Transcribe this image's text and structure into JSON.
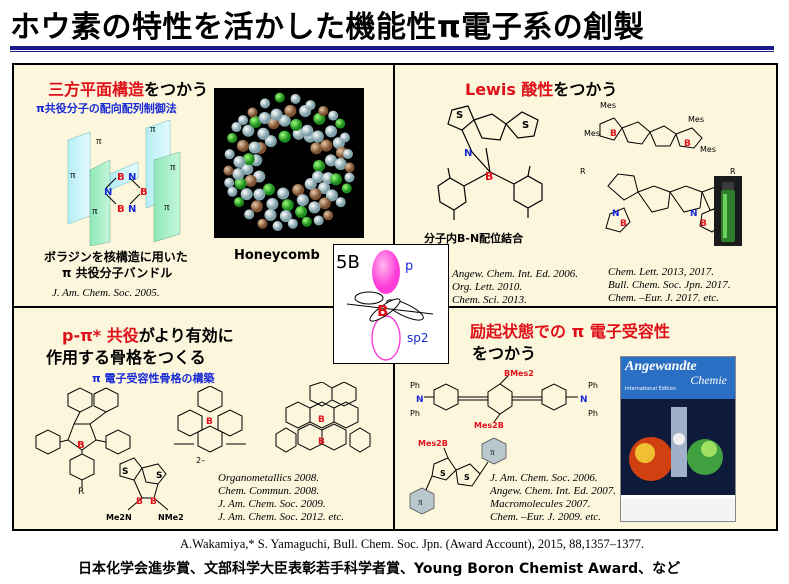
{
  "title": "ホウ素の特性を活かした機能性π電子系の創製",
  "q1": {
    "heading_red": "三方平面構造",
    "heading_rest": "をつかう",
    "subheading": "π共役分子の配向配列制御法",
    "caption_line1": "ボラジンを核構造に用いた",
    "caption_line2": "π 共役分子バンドル",
    "image_label": "Honeycomb",
    "ref": "J. Am. Chem. Soc. 2005.",
    "pi_labels": [
      "π",
      "π",
      "π",
      "π",
      "π",
      "π"
    ]
  },
  "q2": {
    "heading_red": "Lewis 酸性",
    "heading_rest": "をつかう",
    "caption": "分子内B-N配位結合",
    "refs_left": [
      "Angew. Chem. Int. Ed. 2006.",
      "Org. Lett. 2010.",
      "Chem. Sci. 2013."
    ],
    "refs_right": [
      "Chem. Lett. 2013, 2017.",
      "Bull. Chem. Soc. Jpn. 2017.",
      "Chem. –Eur. J. 2017. etc."
    ],
    "mes_labels": [
      "Mes",
      "Mes",
      "Mes",
      "Mes"
    ]
  },
  "q3": {
    "heading_line1_red": "p-π* 共役",
    "heading_line1_rest": "がより有効に",
    "heading_line2": "作用する骨格をつくる",
    "subheading": "π 電子受容性骨格の構築",
    "refs": [
      "Organometallics 2008.",
      "Chem. Commun. 2008.",
      "J. Am. Chem. Soc. 2009.",
      "J. Am. Chem. Soc. 2012. etc."
    ],
    "labels": [
      "R",
      "Me2N",
      "NMe2",
      "2–"
    ]
  },
  "q4": {
    "heading_red": "励起状態での",
    "heading_pi": " π ",
    "heading_red2": "電子受容性",
    "heading_line2": "をつかう",
    "refs": [
      "J. Am. Chem. Soc. 2006.",
      "Angew. Chem. Int. Ed. 2007.",
      "Macromolecules 2007.",
      "Chem. –Eur. J. 2009. etc."
    ],
    "labels": [
      "BMes2",
      "Mes2B",
      "Mes2B",
      "Ph",
      "Ph",
      "Ph",
      "Ph",
      "π",
      "π"
    ],
    "cover_title": "Angewandte",
    "cover_subtitle": "Chemie",
    "cover_edition": "International Edition"
  },
  "center": {
    "element": "5B",
    "label_p": "p",
    "label_b": "B",
    "label_sp2": "sp2"
  },
  "footer": {
    "citation": "A.Wakamiya,* S. Yamaguchi, Bull. Chem. Soc. Jpn. (Award Account), 2015, 88,1357–1377.",
    "awards": "日本化学会進歩賞、文部科学大臣表彰若手科学者賞、Young Boron Chemist Award、など"
  },
  "colors": {
    "accent_red": "#e0101a",
    "accent_blue": "#1a2ad6",
    "panel_bg": "#fbf6dc",
    "boron": "#e0101a",
    "nitrogen": "#1a2ad6"
  }
}
